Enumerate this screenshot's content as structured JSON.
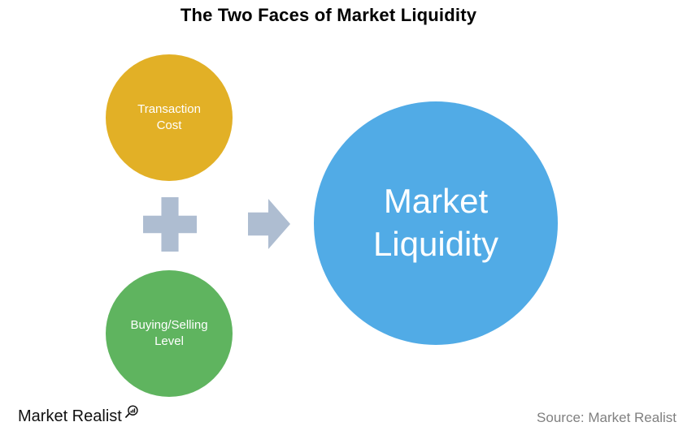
{
  "title": "The Two Faces of Market Liquidity",
  "diagram": {
    "transaction_cost": {
      "label": "Transaction\nCost",
      "color": "#E2B026"
    },
    "buying_selling": {
      "label": "Buying/Selling\nLevel",
      "color": "#5FB45F"
    },
    "market_liquidity": {
      "label": "Market\nLiquidity",
      "color": "#51ABE6"
    },
    "connector_color": "#AEBDD1",
    "icons": {
      "plus": "plus-icon",
      "arrow": "arrow-right-icon"
    }
  },
  "footer": {
    "logo_text": "Market Realist",
    "logo_icon": "magnifier-bar-chart-icon",
    "logo_color": "#111111",
    "source_text": "Source: Market Realist",
    "source_color": "#808080"
  }
}
